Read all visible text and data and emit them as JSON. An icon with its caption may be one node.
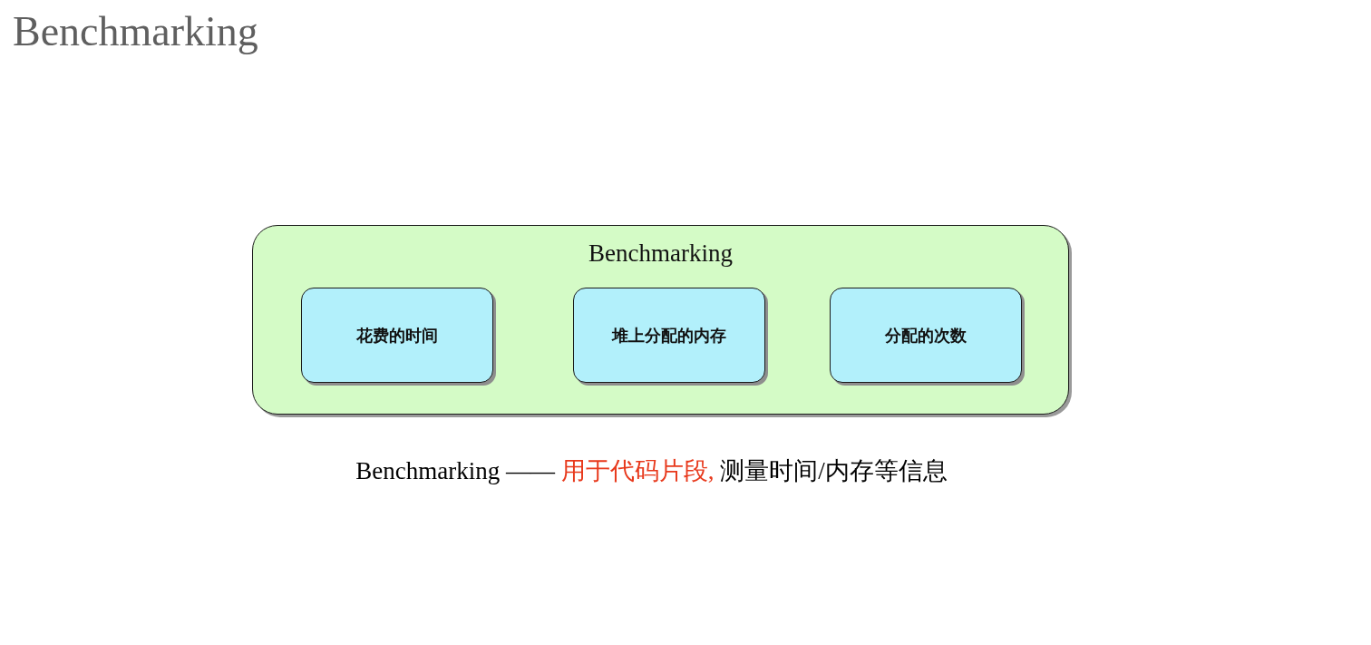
{
  "diagram": {
    "title": "Benchmarking",
    "caption": "Benchmarking —— **用于代码片段,** 测量时间/内存等信息",
    "nodes": [
      {
        "text": [
          "Benchmarking"
        ]
      },
      {
        "text": [
          "花费的时间"
        ],
        "in": 0
      },
      {
        "text": [
          "堆上分配的内存"
        ],
        "in": 0
      },
      {
        "text": [
          "分配的次数"
        ],
        "in": 0
      }
    ]
  }
}
